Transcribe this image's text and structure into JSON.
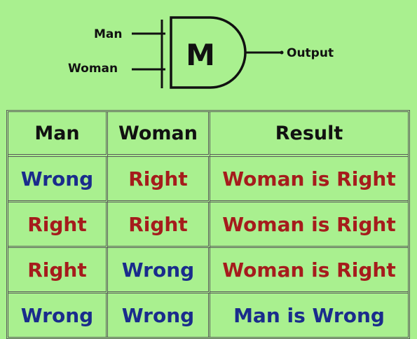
{
  "gate": {
    "input_top": "Man",
    "input_bottom": "Woman",
    "symbol": "M",
    "output": "Output"
  },
  "table": {
    "headers": [
      "Man",
      "Woman",
      "Result"
    ],
    "rows": [
      [
        "Wrong",
        "Right",
        "Woman is Right"
      ],
      [
        "Right",
        "Right",
        "Woman is Right"
      ],
      [
        "Right",
        "Wrong",
        "Woman is Right"
      ],
      [
        "Wrong",
        "Wrong",
        "Man is Wrong"
      ]
    ],
    "cell_colors": [
      [
        "#1a2c8c",
        "#a51c1c",
        "#a51c1c"
      ],
      [
        "#a51c1c",
        "#a51c1c",
        "#a51c1c"
      ],
      [
        "#a51c1c",
        "#1a2c8c",
        "#a51c1c"
      ],
      [
        "#1a2c8c",
        "#1a2c8c",
        "#1a2c8c"
      ]
    ]
  },
  "colors": {
    "background": "#a9f08f",
    "right_text": "#a51c1c",
    "wrong_text": "#1a2c8c",
    "lines": "#111111"
  }
}
